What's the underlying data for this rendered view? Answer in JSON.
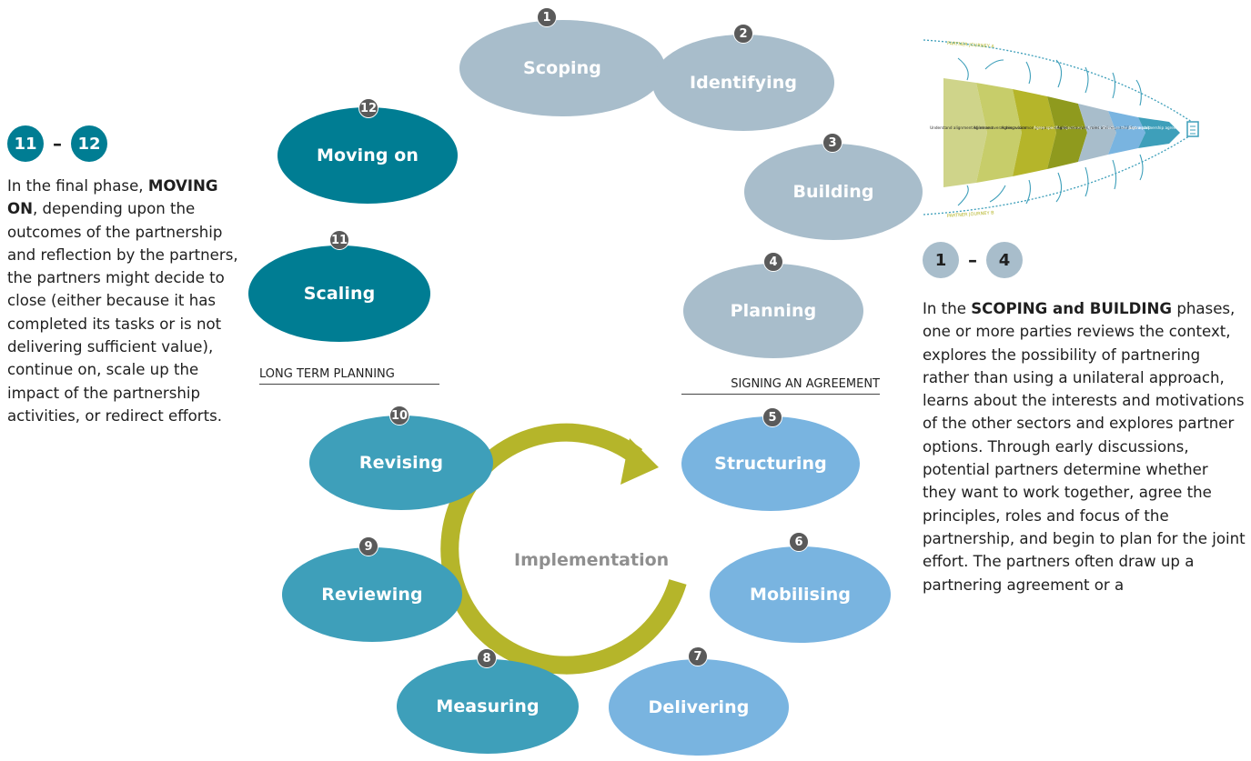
{
  "phases": {
    "p1": {
      "num": "1",
      "label": "Scoping"
    },
    "p2": {
      "num": "2",
      "label": "Identifying"
    },
    "p3": {
      "num": "3",
      "label": "Building"
    },
    "p4": {
      "num": "4",
      "label": "Planning"
    },
    "p5": {
      "num": "5",
      "label": "Structuring"
    },
    "p6": {
      "num": "6",
      "label": "Mobilising"
    },
    "p7": {
      "num": "7",
      "label": "Delivering"
    },
    "p8": {
      "num": "8",
      "label": "Measuring"
    },
    "p9": {
      "num": "9",
      "label": "Reviewing"
    },
    "p10": {
      "num": "10",
      "label": "Revising"
    },
    "p11": {
      "num": "11",
      "label": "Scaling"
    },
    "p12": {
      "num": "12",
      "label": "Moving on"
    }
  },
  "cycle_label": "Implementation",
  "dividers": {
    "long_term": "LONG TERM PLANNING",
    "signing": "SIGNING AN AGREEMENT"
  },
  "left_panel": {
    "from": "11",
    "dash": "–",
    "to": "12",
    "intro": "In the final phase,",
    "bold": "MOVING ON",
    "rest": ", depending upon the outcomes of the partnership and reflection by the partners, the partners might decide to close (either because it has completed its tasks or is not delivering sufficient value), continue on, scale up the impact of the partnership activities, or redirect efforts."
  },
  "right_panel": {
    "from": "1",
    "dash": "–",
    "to": "4",
    "intro": "In the ",
    "bold": "SCOPING and BUILDING",
    "rest": " phases, one or more parties reviews the context, explores the possibility of partnering rather than using a unilateral approach, learns about the interests and motivations of the other sectors and explores partner options. Through early discussions, potential partners determine whether they want to work together, agree the principles, roles and focus of the partnership, and begin to plan for the joint effort. The partners often draw up a partnering agreement or a"
  },
  "journey": {
    "label_a": "PARTNER JOURNEY A",
    "label_b": "PARTNER JOURNEY B",
    "steps": [
      "Understand alignment of interest",
      "Agree an overarching vision",
      "Agree a common purpose/ mission",
      "Agree specific objectives/ activities",
      "Agree resources, roles and responsibilities",
      "Structure the partnership",
      "Sign a partnership agreement"
    ]
  },
  "colors": {
    "early": "#a8bdcb",
    "late": "#007d93",
    "review": "#3e9fba",
    "deliver": "#79b4e0",
    "arrow": "#b5b52a"
  }
}
